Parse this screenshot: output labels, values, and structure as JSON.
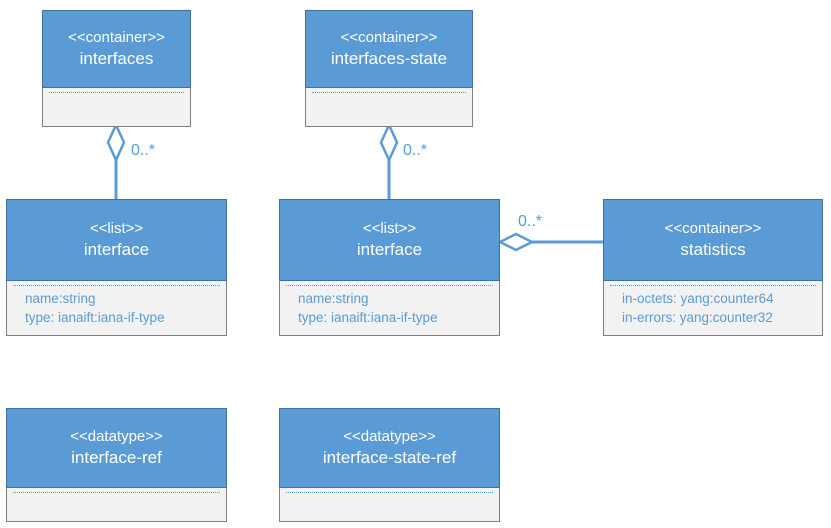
{
  "boxes": {
    "interfaces_container": {
      "stereotype": "<<container>>",
      "name": "interfaces",
      "attributes": []
    },
    "interfaces_state_container": {
      "stereotype": "<<container>>",
      "name": "interfaces-state",
      "attributes": []
    },
    "interface_list_config": {
      "stereotype": "<<list>>",
      "name": "interface",
      "attributes": [
        "name:string",
        "type: ianaift:iana-if-type"
      ]
    },
    "interface_list_state": {
      "stereotype": "<<list>>",
      "name": "interface",
      "attributes": [
        "name:string",
        "type: ianaift:iana-if-type"
      ]
    },
    "statistics_container": {
      "stereotype": "<<container>>",
      "name": "statistics",
      "attributes": [
        "in-octets: yang:counter64",
        "in-errors: yang:counter32"
      ]
    },
    "interface_ref_datatype": {
      "stereotype": "<<datatype>>",
      "name": "interface-ref",
      "attributes": []
    },
    "interface_state_ref_datatype": {
      "stereotype": "<<datatype>>",
      "name": "interface-state-ref",
      "attributes": []
    }
  },
  "associations": {
    "interfaces_to_interface": {
      "multiplicity": "0..*"
    },
    "interfaces_state_to_interface": {
      "multiplicity": "0..*"
    },
    "interface_to_statistics": {
      "multiplicity": "0..*"
    }
  },
  "colors": {
    "header_fill": "#5b9bd5",
    "header_border": "#41719c",
    "body_fill": "#f2f2f2",
    "connector": "#5b9bd5"
  }
}
